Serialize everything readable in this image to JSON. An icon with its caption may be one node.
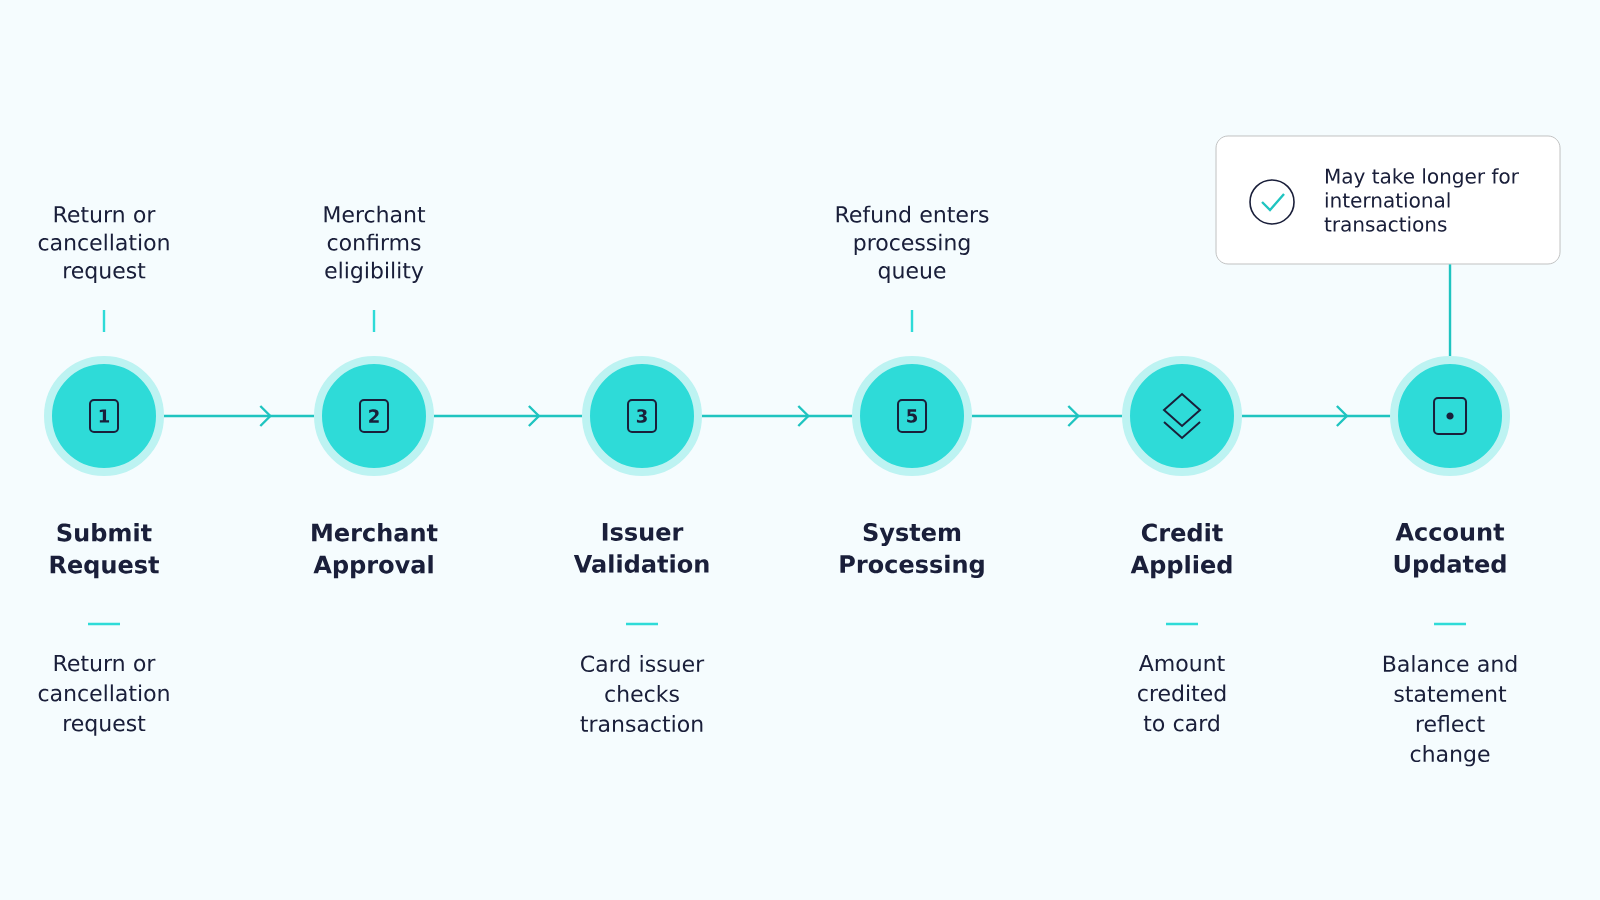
{
  "diagram": {
    "nodes": [
      {
        "text": [
          "1"
        ],
        "beside": [
          "Return or cancellation request",
          "Submit Request",
          "Return or cancellation request"
        ]
      },
      {
        "text": [
          "2"
        ],
        "beside": [
          "Merchant confirms eligibility",
          "Merchant Approval"
        ]
      },
      {
        "text": [
          "3"
        ],
        "beside": [
          "Issuer Validation",
          "Card issuer checks transaction"
        ]
      },
      {
        "text": [
          "5"
        ],
        "beside": [
          "Refund enters processing queue",
          "System Processing"
        ]
      },
      {
        "text": [],
        "shape": "circle",
        "beside": [
          "Credit Applied",
          "Amount credited to card"
        ]
      },
      {
        "text": [],
        "shape": "circle",
        "beside": [
          "Account Updated",
          "Balance and statement reflect change"
        ]
      },
      {
        "text": [
          "May take longer for international transactions"
        ]
      }
    ],
    "edges": [
      {
        "from": 0,
        "to": 1,
        "arrow": "to"
      },
      {
        "from": 1,
        "to": 2,
        "arrow": "to"
      },
      {
        "from": 2,
        "to": 3,
        "arrow": "to"
      },
      {
        "from": 3,
        "to": 4,
        "arrow": "to"
      },
      {
        "from": 4,
        "to": 5,
        "arrow": "to"
      },
      {
        "from": 6,
        "to": 5,
        "arrow": "none"
      }
    ]
  }
}
